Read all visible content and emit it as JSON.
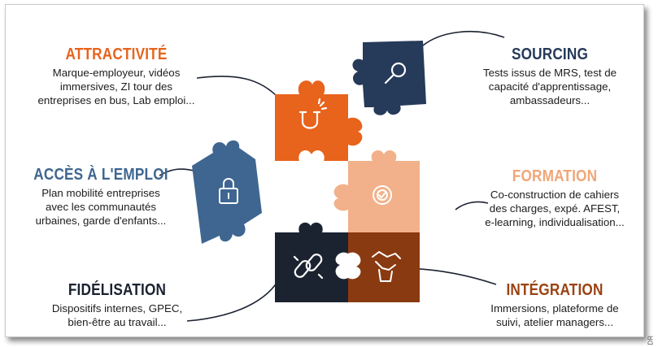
{
  "colors": {
    "orange": "#e8631c",
    "navy": "#263a5a",
    "blue": "#3e6690",
    "peach": "#f2b18a",
    "dark": "#1b2230",
    "brown": "#8a3a10"
  },
  "sections": {
    "attractivite": {
      "title": "ATTRACTIVITÉ",
      "lines": [
        "Marque-employeur, vidéos",
        "immersives, ZI tour des",
        "entreprises en bus, Lab emploi..."
      ]
    },
    "sourcing": {
      "title": "SOURCING",
      "lines": [
        "Tests issus de MRS, test de",
        "capacité d'apprentissage,",
        "ambassadeurs..."
      ]
    },
    "acces": {
      "title": "ACCÈS À L'EMPLOI",
      "lines": [
        "Plan mobilité entreprises",
        "avec les communautés",
        "urbaines, garde d'enfants..."
      ]
    },
    "formation": {
      "title": "FORMATION",
      "lines": [
        "Co-construction de cahiers",
        "des charges, expé. AFEST,",
        "e-learning, individualisation..."
      ]
    },
    "fidelisation": {
      "title": "FIDÉLISATION",
      "lines": [
        "Dispositifs internes, GPEC,",
        "bien-être au travail..."
      ]
    },
    "integration": {
      "title": "INTÉGRATION",
      "lines": [
        "Immersions, plateforme de",
        "suivi, atelier managers..."
      ]
    }
  },
  "icons": [
    "magnet-icon",
    "magnifier-icon",
    "padlock-icon",
    "badge-check-icon",
    "chain-link-icon",
    "handshake-icon"
  ],
  "credit": "DR"
}
